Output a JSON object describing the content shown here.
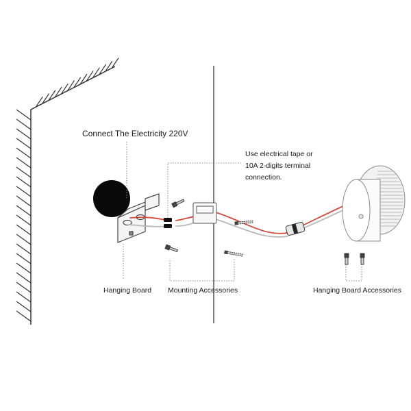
{
  "labels": {
    "electricity": "Connect The Electricity 220V",
    "tape_line1": "Use electrical tape or",
    "tape_line2": "10A 2-digits terminal",
    "tape_line3": "connection.",
    "hanging_board": "Hanging Board",
    "mounting_accessories": "Mounting Accessories",
    "hanging_board_accessories": "Hanging Board Accessories"
  },
  "colors": {
    "line": "#333333",
    "wire_red": "#d8483a",
    "wire_grey": "#b8b8b8",
    "hole": "#0a0a0a",
    "leader": "#888888"
  }
}
